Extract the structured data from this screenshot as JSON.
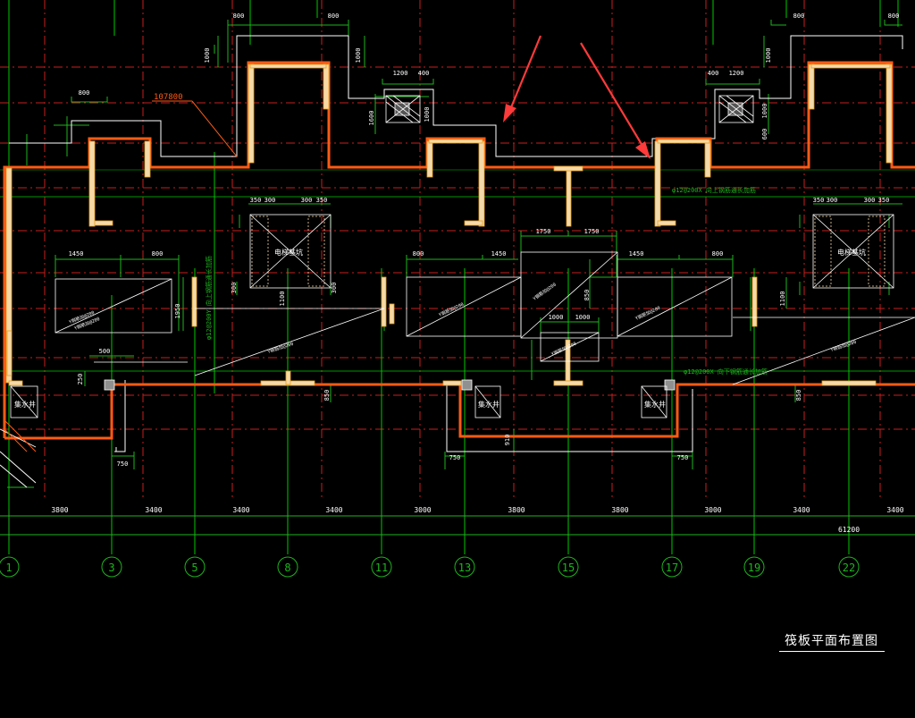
{
  "drawing": {
    "title": "筏板平面布置图",
    "elevation_label": "107800",
    "total_dimension": "61200",
    "colors": {
      "background": "#000000",
      "outline": "#ff5a14",
      "wall": "#f5d9a8",
      "grid": "#00c800",
      "dim": "#1eb41e",
      "axis_red": "#c81e1e",
      "white": "#ffffff",
      "arrow": "#ff3a3a"
    },
    "axes": [
      "1",
      "3",
      "5",
      "8",
      "11",
      "13",
      "15",
      "17",
      "19",
      "22"
    ],
    "bay_dims": [
      "3800",
      "3400",
      "3400",
      "3400",
      "3000",
      "3800",
      "3800",
      "3000",
      "3400",
      "3400"
    ],
    "top_dims": {
      "d800_a": "800",
      "d800_b": "800",
      "d800_c": "800",
      "d800_d": "800",
      "d800_e": "800",
      "d1000_a": "1000",
      "d1000_b": "1000",
      "d1000_c": "1000",
      "d1200_a": "1200",
      "d400_a": "400",
      "d400_b": "400",
      "d1200_b": "1200",
      "d1600": "1600",
      "d1000_d": "1000",
      "d600": "600",
      "d1000_e": "1000"
    },
    "inner_dims": {
      "d350_a": "350",
      "d300_a": "300",
      "d300_b": "300",
      "d350_b": "350",
      "d1450_a": "1450",
      "d800_f": "800",
      "d1750_a": "1750",
      "d1750_b": "1750",
      "d800_g": "800",
      "d1450_b": "1450",
      "d1450_c": "1450",
      "d800_h": "800",
      "d1000_f": "1000",
      "d1000_g": "1000",
      "d1950": "1950",
      "d1100_a": "1100",
      "d1100_b": "1100",
      "d850_a": "850",
      "d850_b": "850",
      "d850_c": "850",
      "d500": "500",
      "d250": "250",
      "d750_a": "750",
      "d750_b": "750",
      "d750_c": "750",
      "d910": "910",
      "d300_c": "300",
      "d300_d": "300",
      "d350_c": "350",
      "d300_e": "300",
      "d300_f": "300",
      "d350_d": "350"
    },
    "notes": {
      "rebar_top_1": "φ12@200X 向上钢筋通长加筋",
      "rebar_top_2": "φ12@200X 向下钢筋通长加筋",
      "rebar_vertical": "φ12@200Y 向上钢筋通长加筋",
      "elevator_pit_1": "电梯基坑",
      "elevator_pit_2": "电梯基坑",
      "sump_1": "集水井",
      "sump_2": "集水井",
      "sump_3": "集水井",
      "slab_note_1": "Y钢筋加@200",
      "slab_note_2": "Y钢筋加@200",
      "slab_note_3": "Y钢筋加@200",
      "slab_note_4": "Y钢筋加@200",
      "slab_note_5": "Y钢筋加@200",
      "slab_note_6": "Y钢筋加@200",
      "slab_note_7": "Y钢筋加@200",
      "slab_note_8": "Y钢筋加@200"
    }
  }
}
